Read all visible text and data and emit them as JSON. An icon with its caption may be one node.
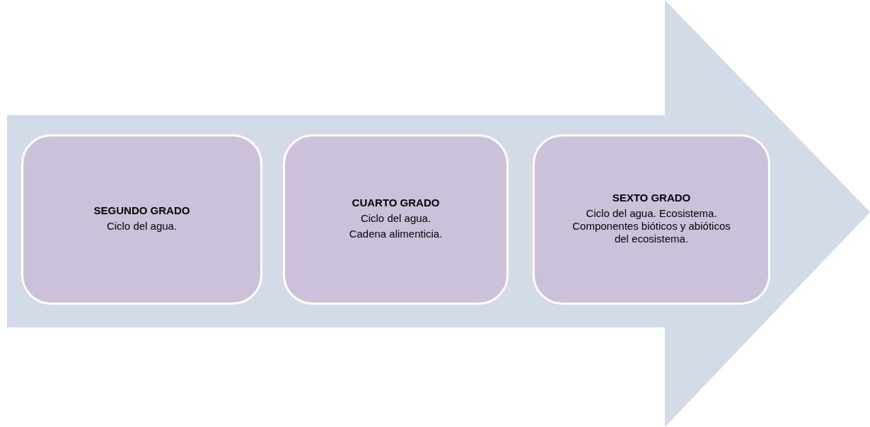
{
  "diagram": {
    "nodes": [
      {
        "text": [],
        "shape": "arrow"
      },
      {
        "text": [
          "SEGUNDO GRADO",
          "Ciclo del agua."
        ],
        "in": 0
      },
      {
        "text": [
          "CUARTO GRADO",
          "Ciclo del agua.",
          "Cadena alimenticia."
        ],
        "in": 0
      },
      {
        "text": [
          "SEXTO GRADO",
          "Ciclo del agua. Ecosistema. Componentes bióticos y abióticos del ecosistema."
        ],
        "in": 0
      }
    ]
  }
}
